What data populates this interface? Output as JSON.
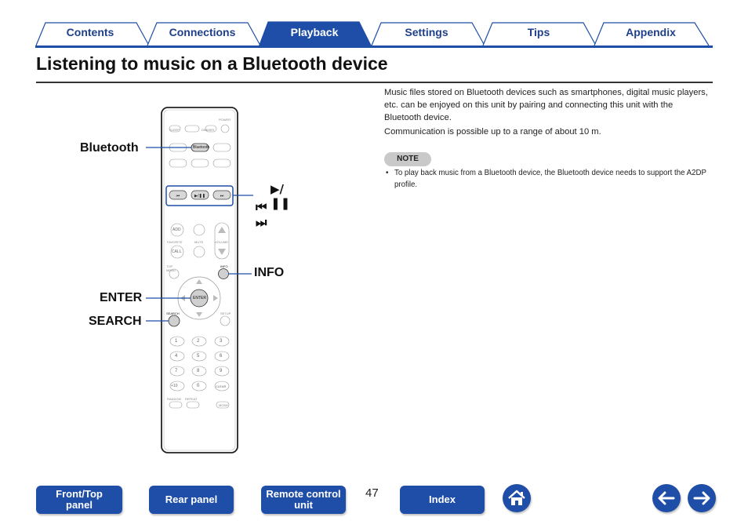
{
  "tabs": [
    {
      "label": "Contents",
      "active": false
    },
    {
      "label": "Connections",
      "active": false
    },
    {
      "label": "Playback",
      "active": true
    },
    {
      "label": "Settings",
      "active": false
    },
    {
      "label": "Tips",
      "active": false
    },
    {
      "label": "Appendix",
      "active": false
    }
  ],
  "title": "Listening to music on a Bluetooth device",
  "body": {
    "paragraph1": "Music files stored on Bluetooth devices such as smartphones, digital music players, etc. can be enjoyed on this unit by pairing and connecting this unit with the Bluetooth device.",
    "paragraph2": "Communication is possible up to a range of about 10 m."
  },
  "note": {
    "badge": "NOTE",
    "bullet": "•",
    "text": "To play back music from a Bluetooth device, the Bluetooth device needs to support the A2DP profile."
  },
  "remote": {
    "callouts": {
      "bluetooth": "Bluetooth",
      "play_pause": "▶/❚❚",
      "skip": "⏮ ⏭",
      "info": "INFO",
      "enter": "ENTER",
      "search": "SEARCH"
    },
    "top_labels": [
      "SLEEP",
      "DIMMER",
      "POWER"
    ],
    "small_labels": {
      "bluetooth_btn": "Bluetooth",
      "enter_btn": "ENTER",
      "add": "ADD",
      "call": "CALL",
      "info_lbl": "INFO",
      "search_lbl": "SEARCH",
      "setup": "SETUP",
      "top_menu": "TOP MENU",
      "favorite": "FAVORITE",
      "mute": "MUTE",
      "volume": "VOLUME",
      "clear": "CLEAR",
      "random": "RANDOM",
      "repeat": "REPEAT",
      "mode": "MODE",
      "plus10": "+10"
    },
    "numbers": [
      "1",
      "2",
      "3",
      "4",
      "5",
      "6",
      "7",
      "8",
      "9",
      "0"
    ]
  },
  "footer": {
    "buttons": [
      "Front/Top panel",
      "Rear panel",
      "Remote control unit",
      "Index"
    ],
    "page_number": "47",
    "home_icon": "home-icon",
    "back_icon": "arrow-left-icon",
    "forward_icon": "arrow-right-icon"
  },
  "colors": {
    "brand_blue": "#1f4ea8",
    "tab_active": "#1f4ea8",
    "tab_inactive_text": "#1e3f8a"
  }
}
